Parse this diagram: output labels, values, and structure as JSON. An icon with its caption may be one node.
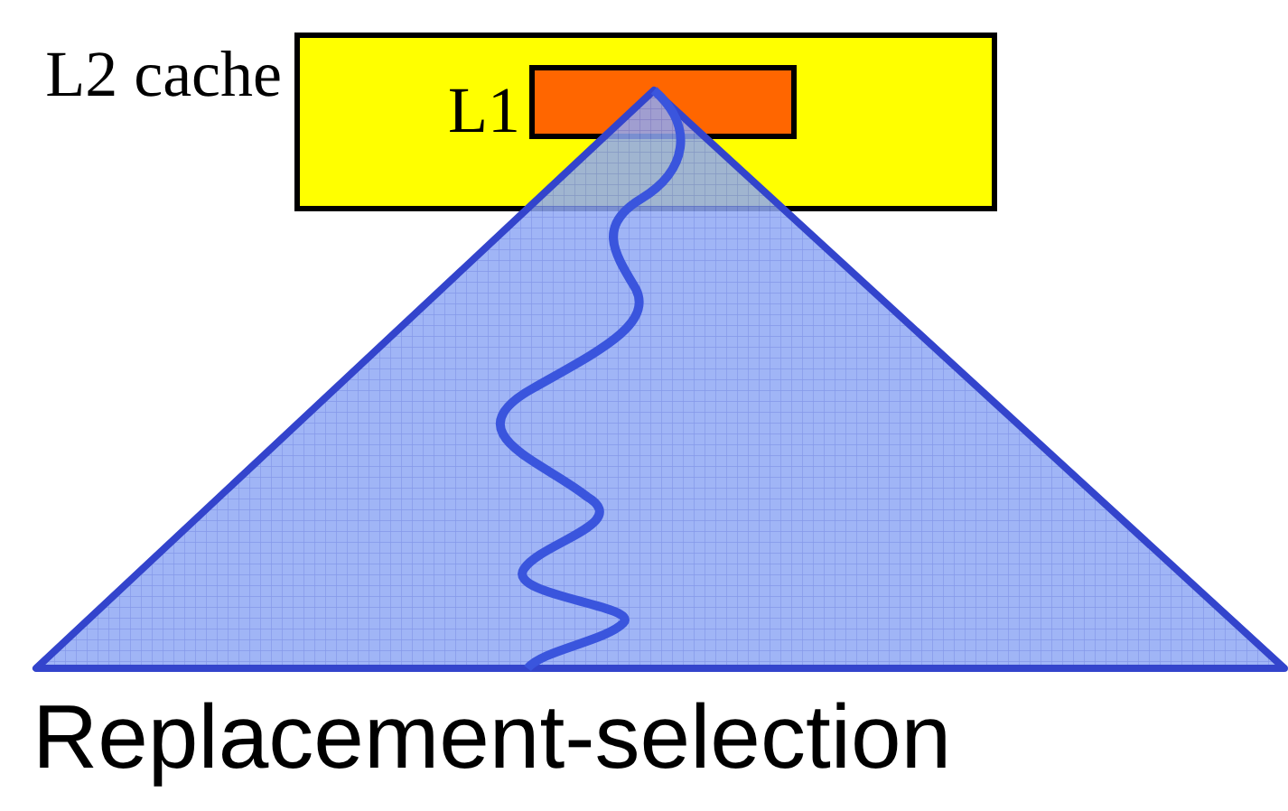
{
  "diagram": {
    "caption": "Replacement-selection",
    "nodes": [
      {
        "text": [
          "L2 cache"
        ]
      },
      {
        "text": [
          "L1"
        ],
        "in": 0
      }
    ]
  }
}
